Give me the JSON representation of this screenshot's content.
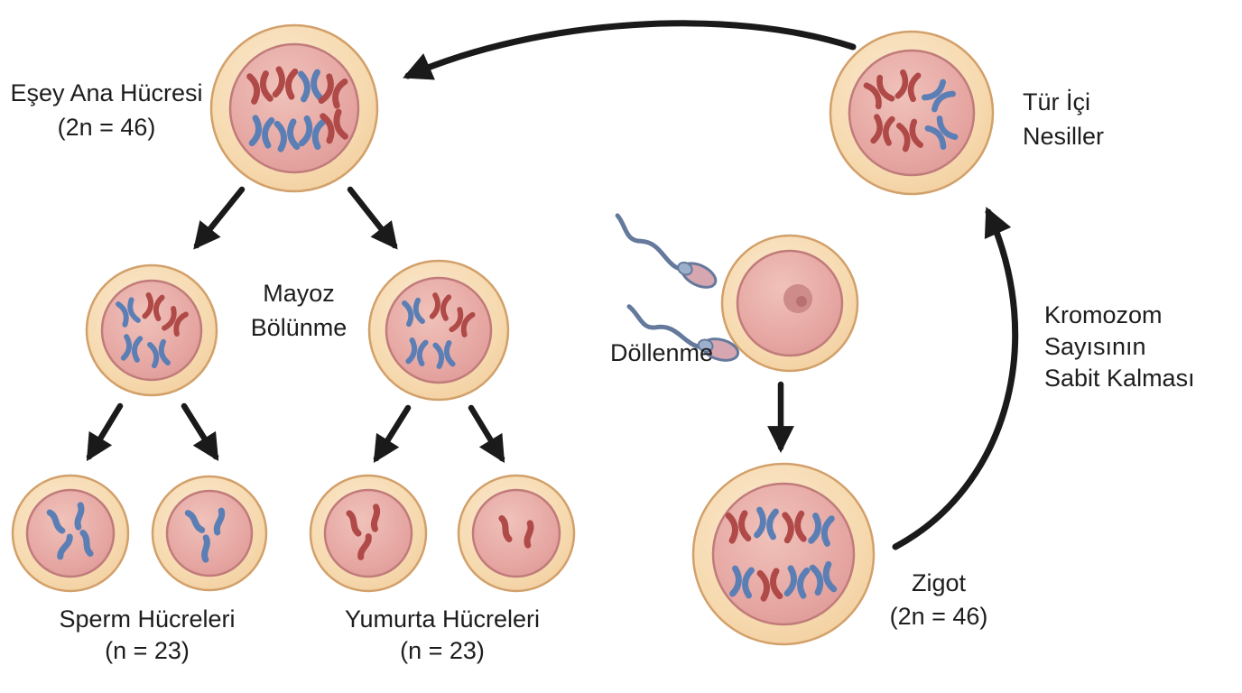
{
  "diagram": {
    "labels": {
      "germ_cell": {
        "line1": "Eşey Ana Hücresi",
        "line2": "(2n = 46)"
      },
      "meiosis": {
        "line1": "Mayoz",
        "line2": "Bölünme"
      },
      "sperm": {
        "line1": "Sperm Hücreleri",
        "line2": "(n = 23)"
      },
      "egg": {
        "line1": "Yumurta Hücreleri",
        "line2": "(n = 23)"
      },
      "fertilization": {
        "line1": "Döllenme"
      },
      "zygote": {
        "line1": "Zigot",
        "line2": "(2n = 46)"
      },
      "generations": {
        "line1": "Tür İçi",
        "line2": "Nesiller"
      },
      "constancy": {
        "line1": "Kromozom",
        "line2": "Sayısının",
        "line3": "Sabit Kalması"
      }
    },
    "colors": {
      "text": "#1d1d1d",
      "arrow": "#1a1a1a",
      "cell_outer_stroke": "#d2a06a",
      "cell_inner_stroke": "#c07b7a",
      "chromosome_red": "#b04a48",
      "chromosome_blue": "#5b7fb5",
      "sperm_outline": "#64799c",
      "sperm_head": "#d6a7b0",
      "sperm_mid": "#9db0cb",
      "nucleus": "#cd8b8a",
      "nucleolus": "#b87170"
    }
  }
}
